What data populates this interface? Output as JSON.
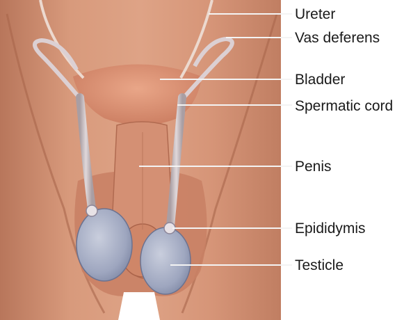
{
  "labels": {
    "ureter": "Ureter",
    "vas_deferens": "Vas deferens",
    "bladder": "Bladder",
    "spermatic_cord": "Spermatic cord",
    "penis": "Penis",
    "epididymis": "Epididymis",
    "testicle": "Testicle"
  },
  "colors": {
    "skin": "#d9997a",
    "skin_shadow": "#b3684c",
    "bladder": "#d98a6c",
    "cord": "#cfc3c6",
    "testicle": "#a4abc2",
    "leader_line": "#f4f4f4"
  }
}
